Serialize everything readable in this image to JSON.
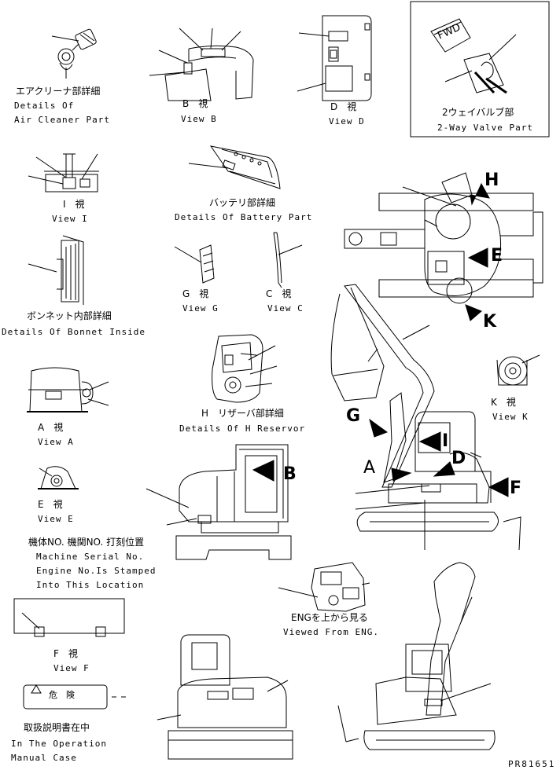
{
  "views": {
    "air_cleaner": {
      "jp": "エアクリーナ部詳細",
      "en1": "Details Of",
      "en2": "Air Cleaner Part"
    },
    "view_b": {
      "jp": "B　視",
      "en": "View B"
    },
    "view_d": {
      "jp": "D　視",
      "en": "View D"
    },
    "two_way": {
      "jp": "2ウェイバルブ部",
      "en": "2-Way Valve Part",
      "tag": "FWD"
    },
    "view_i": {
      "jp": "I　視",
      "en": "View I"
    },
    "battery": {
      "jp": "バッテリ部詳細",
      "en": "Details Of Battery Part"
    },
    "bonnet": {
      "jp": "ボンネット内部詳細",
      "en": "Details Of Bonnet Inside"
    },
    "view_g": {
      "jp": "G　視",
      "en": "View G"
    },
    "view_c": {
      "jp": "C　視",
      "en": "View C"
    },
    "reservor": {
      "jp": "H　リザーバ部詳細",
      "en": "Details Of H Reservor"
    },
    "view_a": {
      "jp": "A　視",
      "en": "View A"
    },
    "view_k": {
      "jp": "K　視",
      "en": "View K"
    },
    "view_e": {
      "jp": "E　視",
      "en": "View E"
    },
    "serial": {
      "jp": "機体NO. 機関NO. 打刻位置",
      "en1": "Machine Serial No.",
      "en2": "Engine No.Is Stamped",
      "en3": "Into This Location"
    },
    "eng_top": {
      "jp": "ENGを上から見る",
      "en": "Viewed From ENG."
    },
    "view_f": {
      "jp": "F　視",
      "en": "View F"
    },
    "manual": {
      "jp": "取扱説明書在中",
      "en1": "In The Operation",
      "en2": "Manual Case",
      "plate": "危　険"
    }
  },
  "callouts": {
    "h": "H",
    "e": "E",
    "k": "K",
    "g": "G",
    "i": "I",
    "d": "D",
    "a": "A",
    "f": "F",
    "b": "B"
  },
  "drawing_code": "PR81651"
}
